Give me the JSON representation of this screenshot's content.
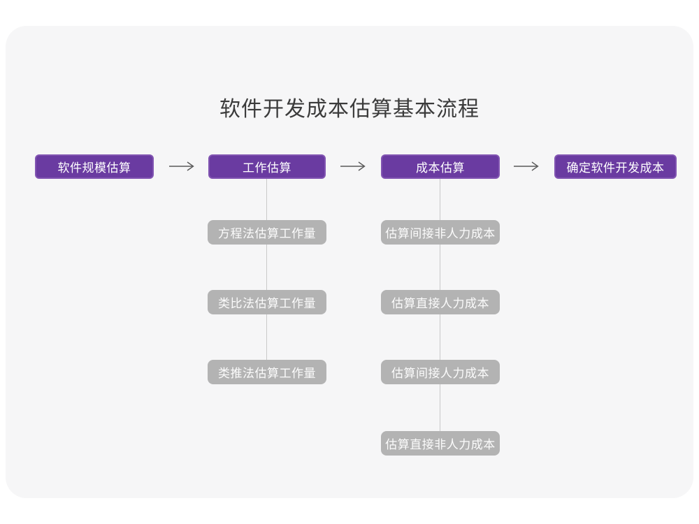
{
  "title": "软件开发成本估算基本流程",
  "colors": {
    "accent_purple": "#6a3ba1",
    "accent_purple_border": "#8255b2",
    "sub_node_gray": "#b3b3b3",
    "connector_gray": "#c9c9c9",
    "arrow_gray": "#595959",
    "card_background": "#f6f6f7",
    "title_text": "#3b3b3b"
  },
  "flow": {
    "main_steps": [
      {
        "label": "软件规模估算"
      },
      {
        "label": "工作估算"
      },
      {
        "label": "成本估算"
      },
      {
        "label": "确定软件开发成本"
      }
    ],
    "work_estimation_methods": [
      "方程法估算工作量",
      "类比法估算工作量",
      "类推法估算工作量"
    ],
    "cost_estimation_steps": [
      "估算间接非人力成本",
      "估算直接人力成本",
      "估算间接人力成本",
      "估算直接非人力成本"
    ]
  }
}
